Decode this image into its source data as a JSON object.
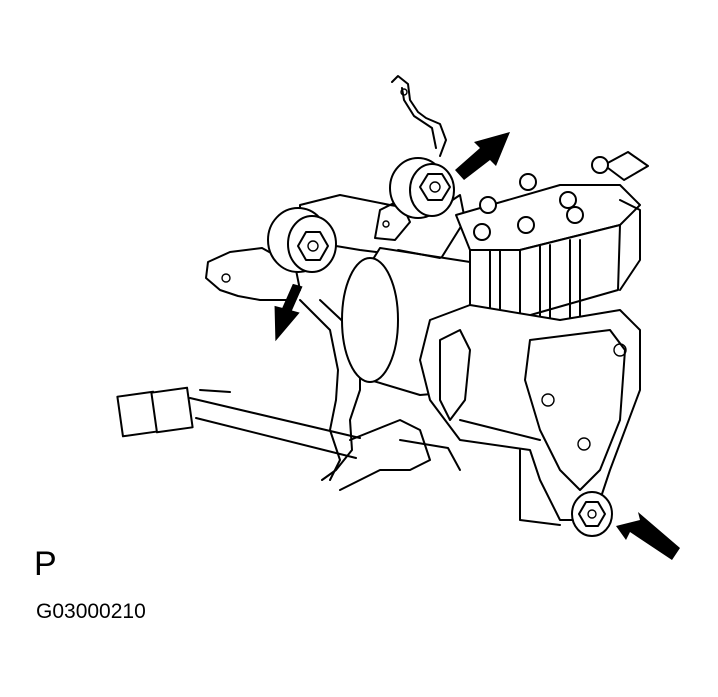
{
  "diagram": {
    "view_label": "P",
    "figure_code": "G03000210",
    "callouts": [
      {
        "id": "upper-bolt",
        "icon": "arrow-icon"
      },
      {
        "id": "left-bolt",
        "icon": "arrow-icon"
      },
      {
        "id": "lower-right-bolt",
        "icon": "arrow-icon"
      }
    ]
  }
}
